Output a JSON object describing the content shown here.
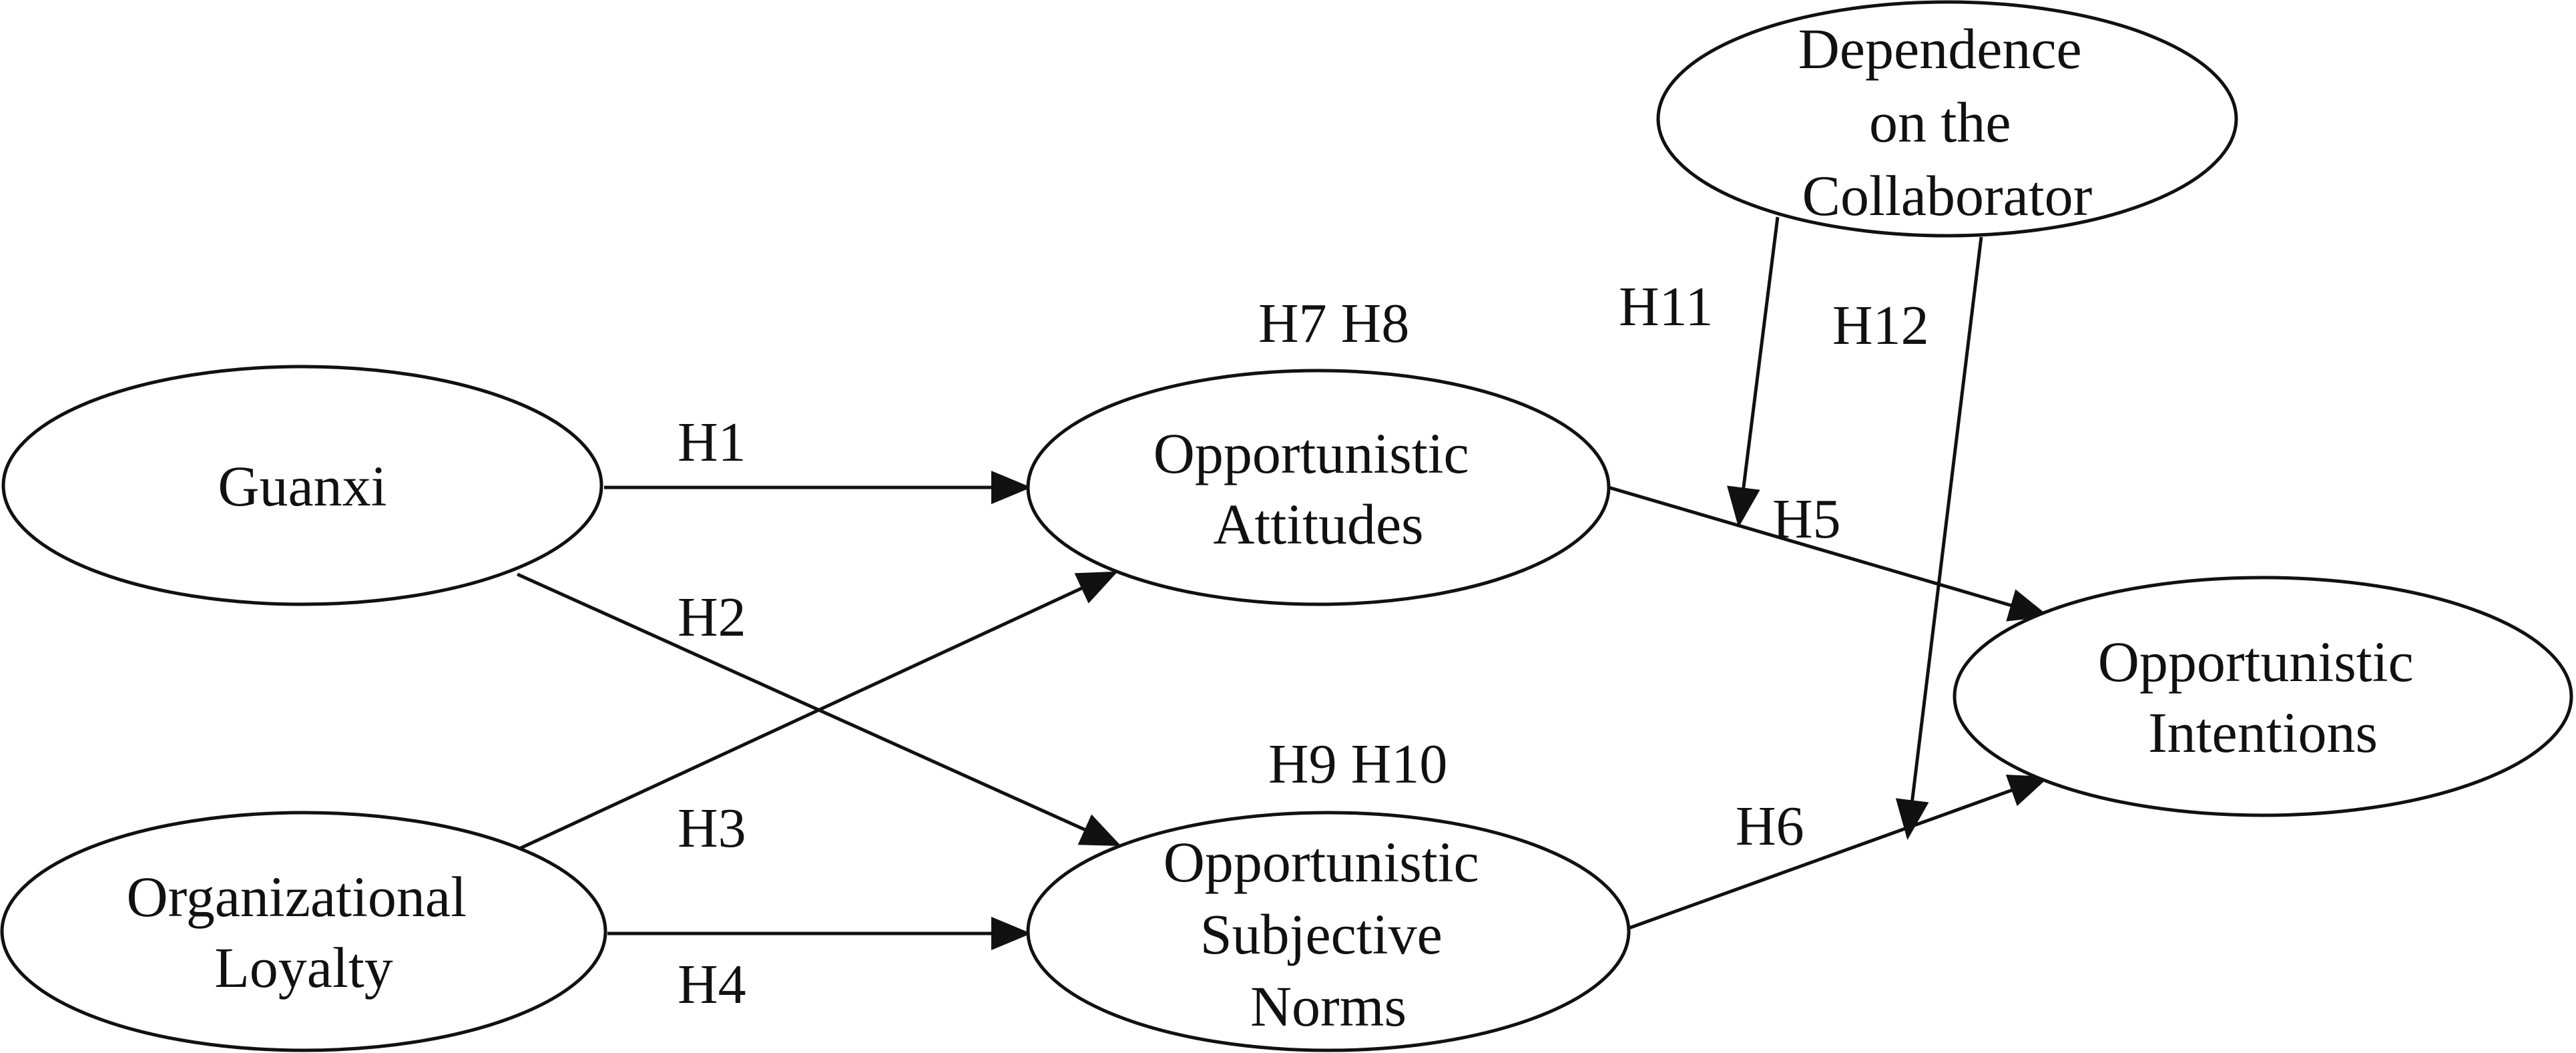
{
  "nodes": {
    "guanxi": [
      "Guanxi"
    ],
    "organizational_loyalty": [
      "Organizational",
      "Loyalty"
    ],
    "opportunistic_attitudes": [
      "Opportunistic",
      "Attitudes"
    ],
    "opportunistic_subjective_norms": [
      "Opportunistic",
      "Subjective",
      "Norms"
    ],
    "opportunistic_intentions": [
      "Opportunistic",
      "Intentions"
    ],
    "dependence_on_collaborator": [
      "Dependence",
      "on the",
      "Collaborator"
    ]
  },
  "hypotheses": {
    "h1": "H1",
    "h2": "H2",
    "h3": "H3",
    "h4": "H4",
    "h5": "H5",
    "h6": "H6",
    "h7_h8": "H7 H8",
    "h9_h10": "H9 H10",
    "h11": "H11",
    "h12": "H12"
  },
  "colors": {
    "stroke": "#111111",
    "background": "#ffffff"
  }
}
